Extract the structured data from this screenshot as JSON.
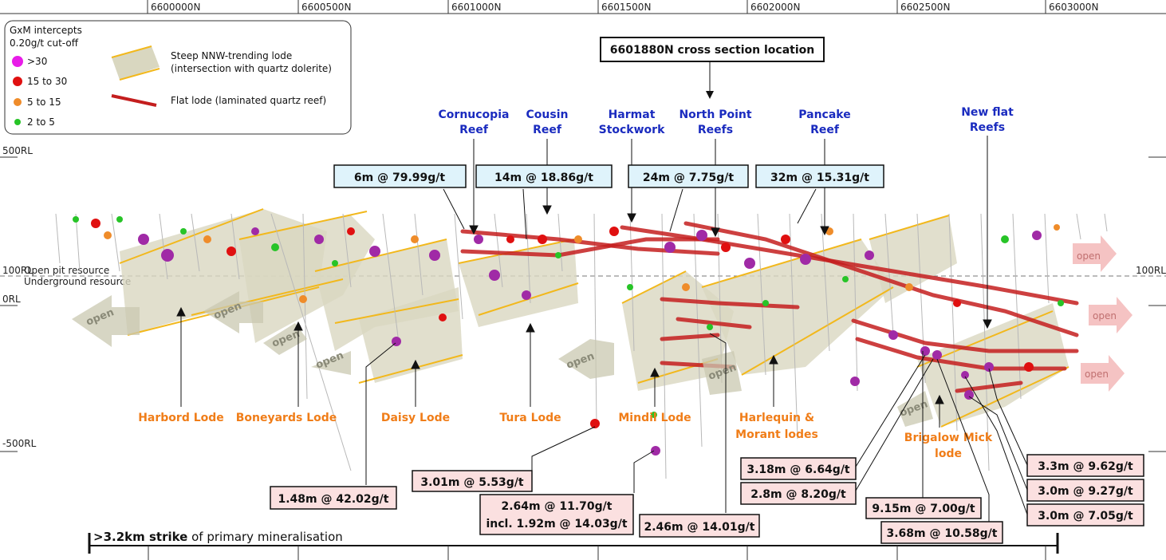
{
  "northings": [
    "6600000N",
    "6600500N",
    "6601000N",
    "6601500N",
    "6602000N",
    "6602500N",
    "6603000N"
  ],
  "rl_labels": {
    "rl500": "500RL",
    "rl100_left": "100RL",
    "rl100_right": "100RL",
    "rl0": "0RL",
    "rlm500": "-500RL"
  },
  "resource_labels": {
    "open_pit": "Open pit resource",
    "underground": "Underground resource"
  },
  "legend": {
    "title1": "GxM intercepts",
    "title2": "0.20g/t cut-off",
    "items": [
      {
        "label": ">30",
        "color": "#e81ce8"
      },
      {
        "label": "15 to 30",
        "color": "#e01010"
      },
      {
        "label": "5 to 15",
        "color": "#ef8c2a"
      },
      {
        "label": "2 to 5",
        "color": "#27c427"
      }
    ],
    "steep_lode_line1": "Steep NNW-trending lode",
    "steep_lode_line2": "(intersection with quartz dolerite)",
    "flat_lode": "Flat lode (laminated quartz reef)"
  },
  "cross_section_label": "6601880N cross section location",
  "reefs": [
    {
      "line1": "Cornucopia",
      "line2": "Reef"
    },
    {
      "line1": "Cousin",
      "line2": "Reef"
    },
    {
      "line1": "Harmat",
      "line2": "Stockwork"
    },
    {
      "line1": "North Point",
      "line2": "Reefs"
    },
    {
      "line1": "Pancake",
      "line2": "Reef"
    },
    {
      "line1": "New flat",
      "line2": "Reefs"
    }
  ],
  "top_intercepts": [
    "6m @ 79.99g/t",
    "14m @ 18.86g/t",
    "24m @ 7.75g/t",
    "32m @ 15.31g/t"
  ],
  "lodes": [
    "Harbord Lode",
    "Boneyards Lode",
    "Daisy Lode",
    "Tura Lode",
    "Mindil Lode",
    "Harlequin &",
    "Morant lodes",
    "Brigalow Mick",
    "lode"
  ],
  "open_label": "open",
  "bottom_intercepts": [
    "1.48m @ 42.02g/t",
    "3.01m @ 5.53g/t",
    "2.64m @ 11.70g/t",
    "incl. 1.92m @ 14.03g/t",
    "2.46m @ 14.01g/t",
    "3.18m @ 6.64g/t",
    "2.8m @ 8.20g/t",
    "9.15m @ 7.00g/t",
    "3.68m @ 10.58g/t",
    "3.3m @ 9.62g/t",
    "3.0m @ 9.27g/t",
    "3.0m @ 7.05g/t"
  ],
  "strike": {
    "bold": ">3.2km strike",
    "rest": " of primary mineralisation"
  },
  "colors": {
    "blue_label": "#1a2bbf",
    "orange_label": "#f07d18",
    "callout_blue": "#dff3fb",
    "callout_pink": "#fbe0e0",
    "lode_fill": "#d9d7c0",
    "flat_lode": "#c41e1e",
    "lode_edge": "#f2b81c"
  }
}
